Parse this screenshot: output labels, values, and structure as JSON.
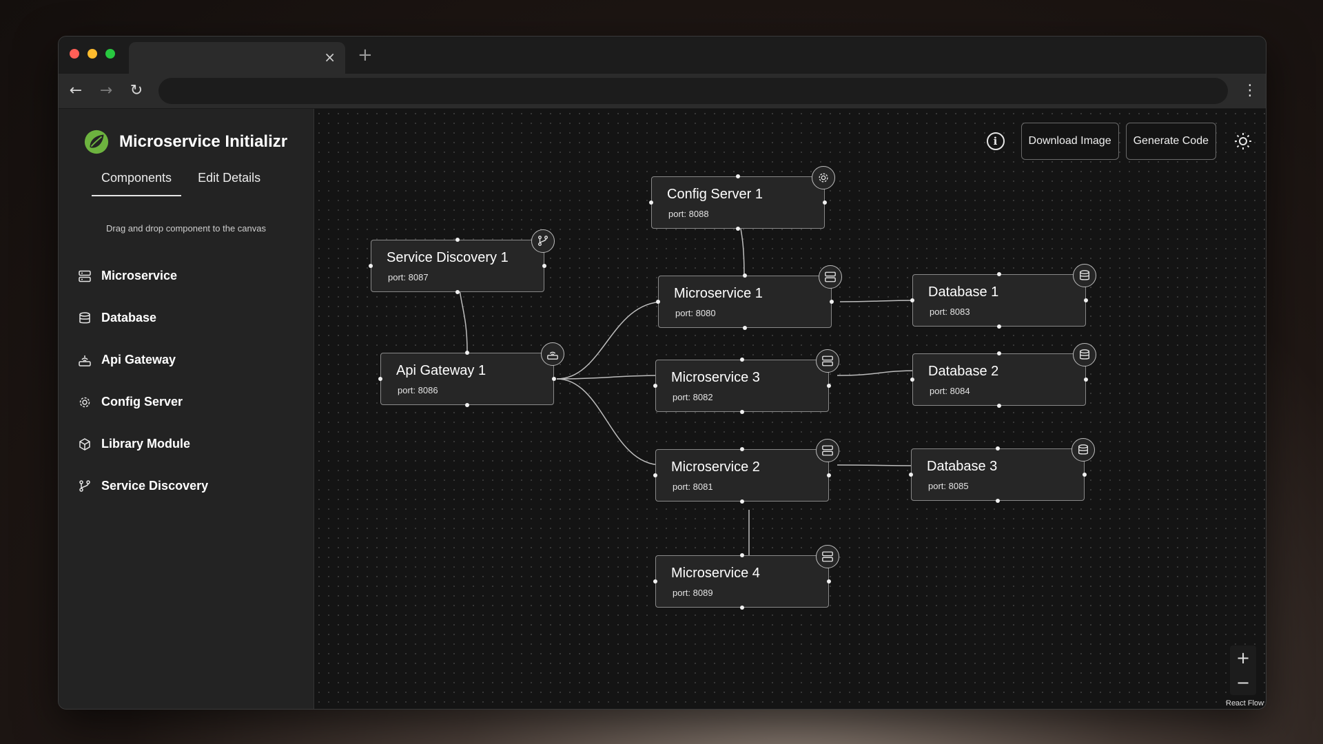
{
  "browser": {
    "tab_close": "×",
    "new_tab": "+",
    "back": "←",
    "forward": "→",
    "reload": "↻",
    "menu": "⋮"
  },
  "app": {
    "title": "Microservice Initializr",
    "logo_icon": "spring-leaf-icon",
    "brand_color": "#6db33f"
  },
  "sidebar": {
    "tabs": [
      {
        "label": "Components",
        "active": true
      },
      {
        "label": "Edit Details",
        "active": false
      }
    ],
    "hint": "Drag and drop component to the canvas",
    "components": [
      {
        "label": "Microservice",
        "icon": "server-icon"
      },
      {
        "label": "Database",
        "icon": "database-icon"
      },
      {
        "label": "Api Gateway",
        "icon": "gateway-icon"
      },
      {
        "label": "Config Server",
        "icon": "gear-icon"
      },
      {
        "label": "Library Module",
        "icon": "package-icon"
      },
      {
        "label": "Service Discovery",
        "icon": "branch-icon"
      }
    ]
  },
  "canvas": {
    "info": "i",
    "download_label": "Download Image",
    "generate_label": "Generate Code",
    "zoom_in": "+",
    "zoom_out": "−",
    "attribution": "React Flow"
  },
  "nodes": {
    "config_server_1": {
      "title": "Config Server 1",
      "port": "port: 8088"
    },
    "service_discovery_1": {
      "title": "Service Discovery 1",
      "port": "port: 8087"
    },
    "microservice_1": {
      "title": "Microservice 1",
      "port": "port: 8080"
    },
    "database_1": {
      "title": "Database 1",
      "port": "port: 8083"
    },
    "api_gateway_1": {
      "title": "Api Gateway 1",
      "port": "port: 8086"
    },
    "microservice_3": {
      "title": "Microservice 3",
      "port": "port: 8082"
    },
    "database_2": {
      "title": "Database 2",
      "port": "port: 8084"
    },
    "microservice_2": {
      "title": "Microservice 2",
      "port": "port: 8081"
    },
    "database_3": {
      "title": "Database 3",
      "port": "port: 8085"
    },
    "microservice_4": {
      "title": "Microservice 4",
      "port": "port: 8089"
    }
  }
}
